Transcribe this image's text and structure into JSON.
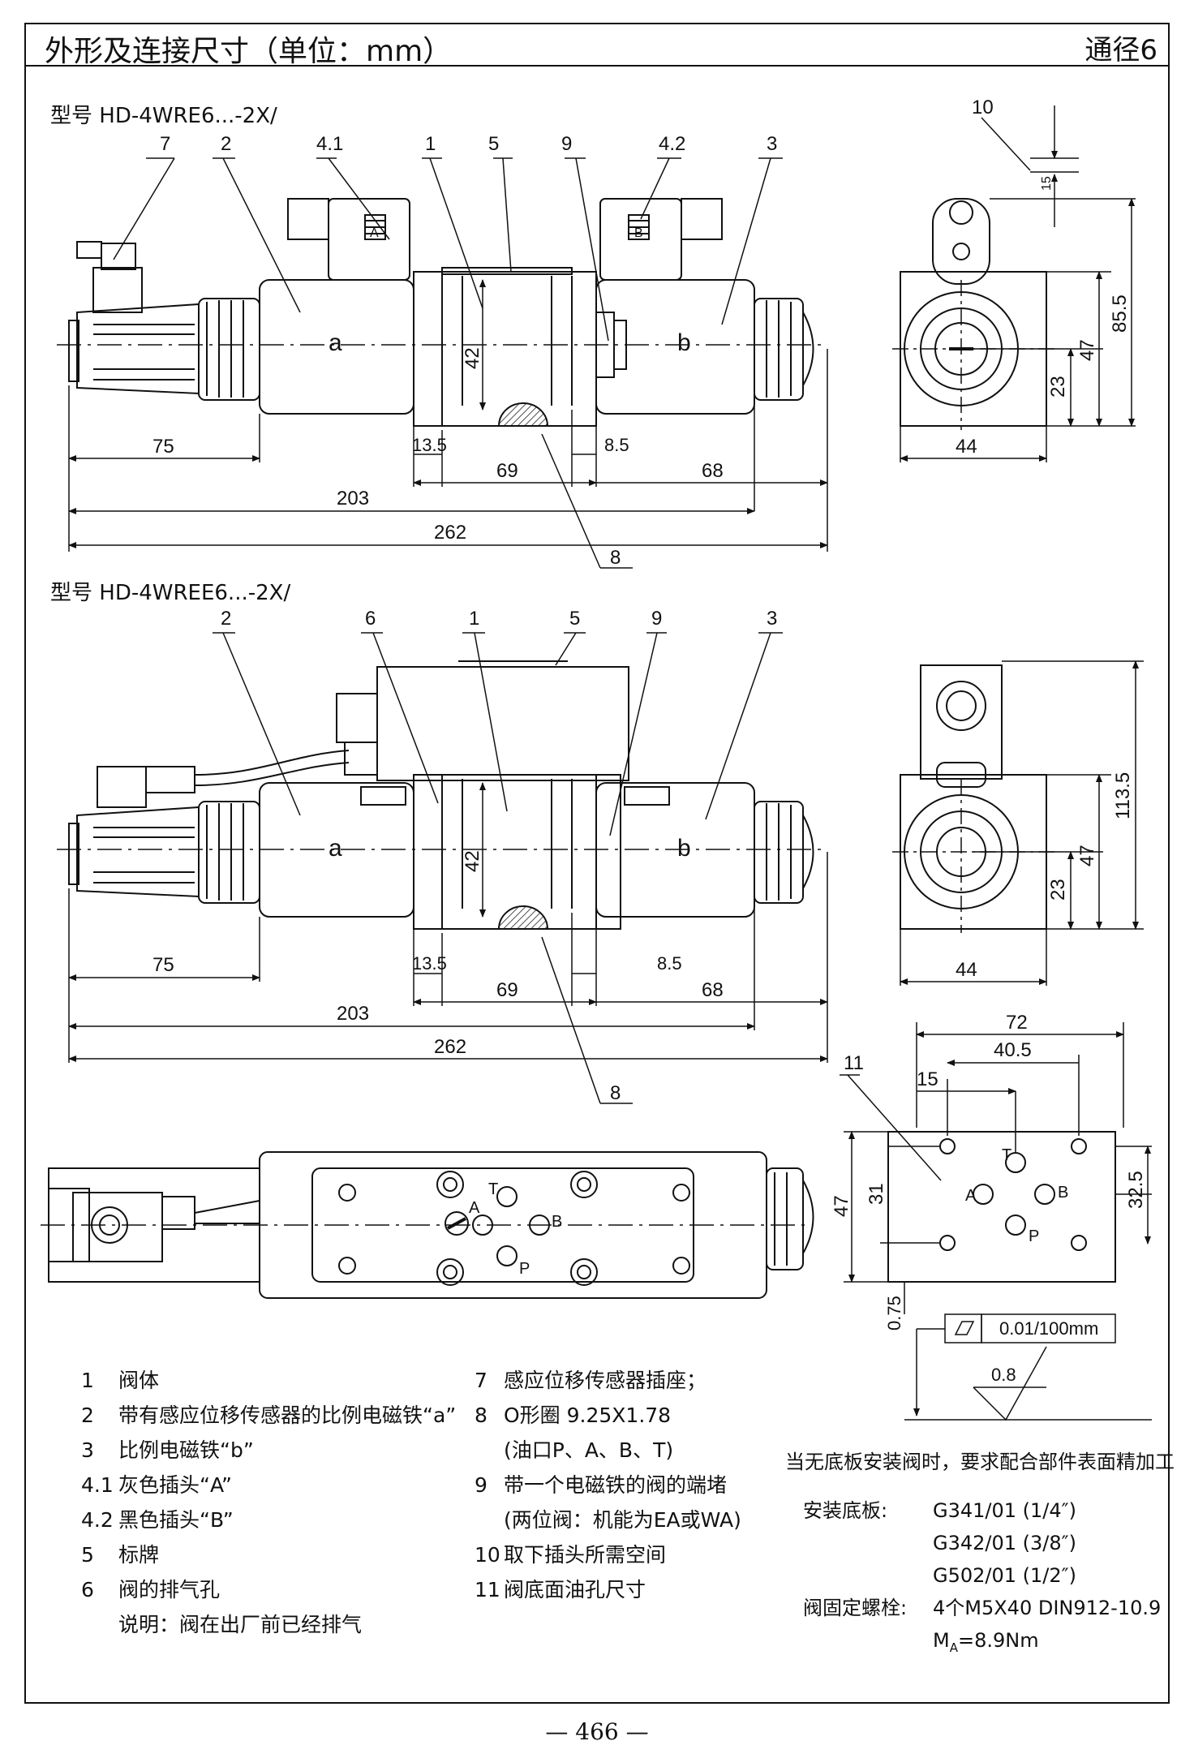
{
  "header": {
    "title": "外形及连接尺寸（单位：mm）",
    "size": "通径6"
  },
  "views": {
    "model_1": "型号 HD-4WRE6...-2X/",
    "model_2": "型号 HD-4WREE6...-2X/"
  },
  "labels": {
    "l1": "1",
    "l2": "2",
    "l3": "3",
    "l41": "4.1",
    "l42": "4.2",
    "l5": "5",
    "l6": "6",
    "l7": "7",
    "l8": "8",
    "l9": "9",
    "l10": "10",
    "l11": "11",
    "a": "a",
    "b": "b",
    "plugA": "A",
    "plugB": "B",
    "portT": "T",
    "portA": "A",
    "portB": "B",
    "portP": "P"
  },
  "dimensions": {
    "d75": "75",
    "d203": "203",
    "d262": "262",
    "d13_5": "13.5",
    "d69": "69",
    "d8_5": "8.5",
    "d68": "68",
    "d42": "42",
    "d44": "44",
    "d23": "23",
    "d47": "47",
    "d85_5": "85.5",
    "d113_5": "113.5",
    "d15": "15",
    "d72": "72",
    "d40_5": "40.5",
    "d31": "31",
    "d32_5": "32.5",
    "d0_75": "0.75"
  },
  "surface": {
    "flatness": "0.01/100mm",
    "roughness": "0.8"
  },
  "legend_left": [
    {
      "n": "1",
      "text": "阀体"
    },
    {
      "n": "2",
      "text": "带有感应位移传感器的比例电磁铁“a”"
    },
    {
      "n": "3",
      "text": "比例电磁铁“b”"
    },
    {
      "n": "4.1",
      "text": "灰色插头“A”"
    },
    {
      "n": "4.2",
      "text": "黑色插头“B”"
    },
    {
      "n": "5",
      "text": "标牌"
    },
    {
      "n": "6",
      "text": "阀的排气孔"
    },
    {
      "n": "",
      "text": "说明：阀在出厂前已经排气"
    }
  ],
  "legend_right": [
    {
      "n": "7",
      "text": "感应位移传感器插座；"
    },
    {
      "n": "8",
      "text": "O形圈 9.25X1.78"
    },
    {
      "n": "",
      "text": "(油口P、A、B、T)"
    },
    {
      "n": "9",
      "text": "带一个电磁铁的阀的端堵"
    },
    {
      "n": "",
      "text": "(两位阀：机能为EA或WA)"
    },
    {
      "n": "10",
      "text": "取下插头所需空间"
    },
    {
      "n": "11",
      "text": "阀底面油孔尺寸"
    }
  ],
  "note": "当无底板安装阀时，要求配合部件表面精加工",
  "mounting": {
    "plate_label": "安装底板:",
    "plates": [
      "G341/01 (1/4″)",
      "G342/01 (3/8″)",
      "G502/01 (1/2″)"
    ],
    "bolt_label": "阀固定螺栓:",
    "bolt": "4个M5X40 DIN912-10.9",
    "torque": "M",
    "torque_sub": "A",
    "torque_val": "=8.9Nm"
  },
  "page_number": "— 466 —"
}
